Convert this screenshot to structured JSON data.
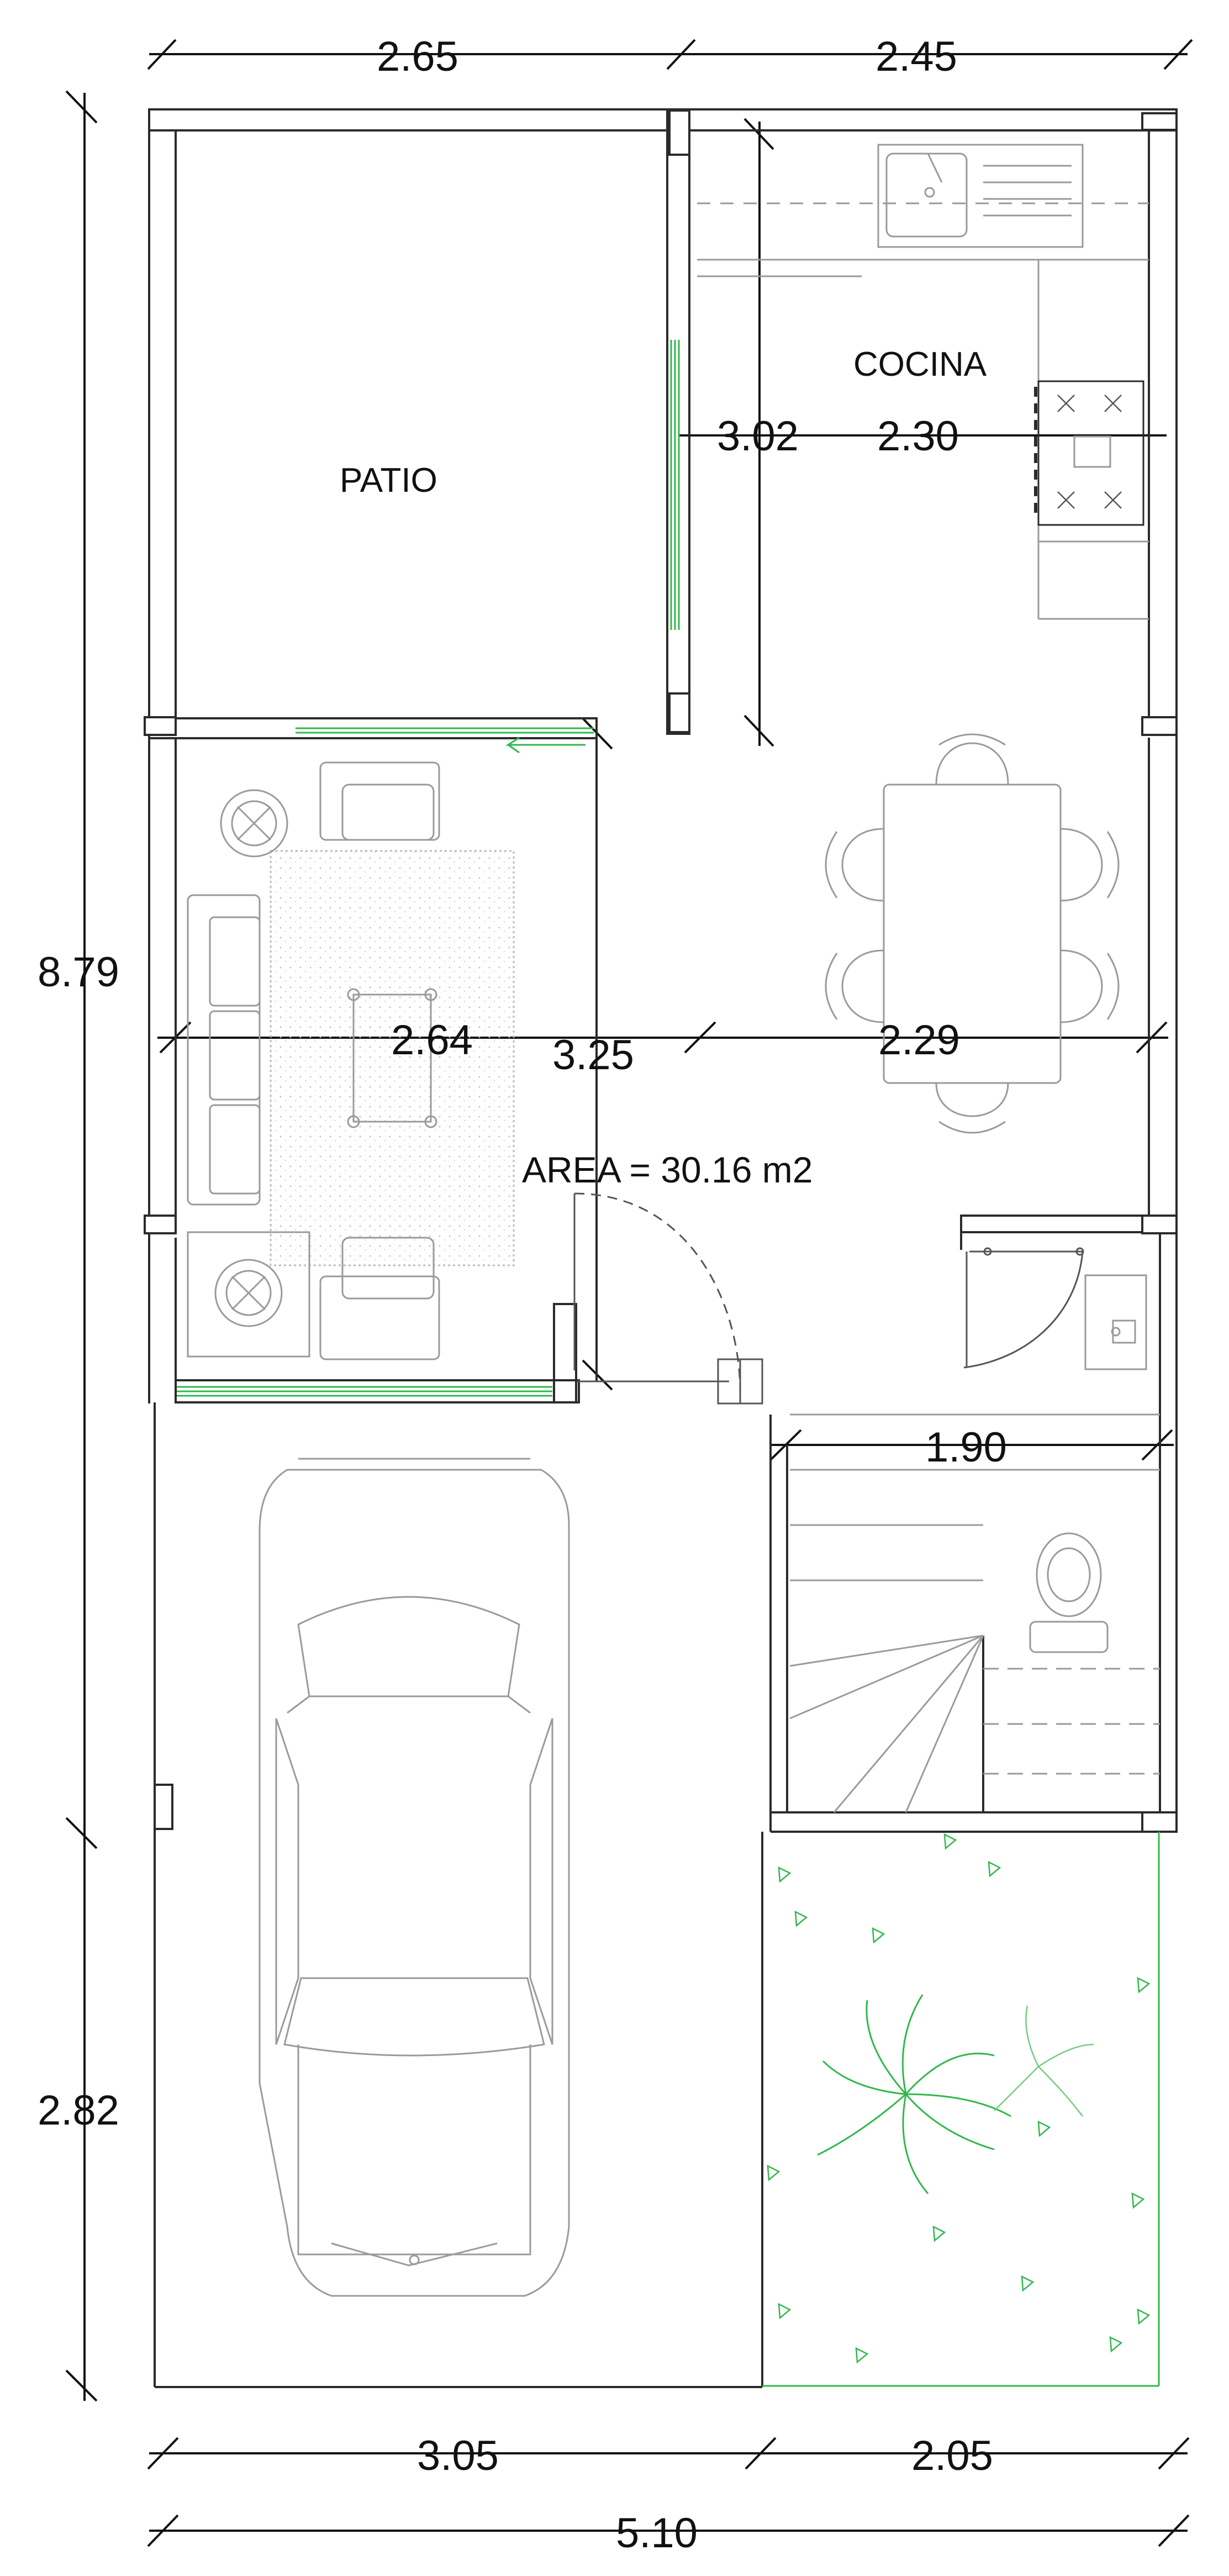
{
  "colors": {
    "line": "#2b2b2b",
    "thin": "#9a9a9a",
    "green": "#2fb84a",
    "background": "#ffffff"
  },
  "labels": {
    "patio": "PATIO",
    "cocina": "COCINA",
    "area": "AREA = 30.16 m2"
  },
  "dimensions": {
    "top_left": "2.65",
    "top_right": "2.45",
    "left_total": "8.79",
    "left_bottom": "2.82",
    "kitchen_vertical": "3.02",
    "kitchen_width": "2.30",
    "living_width": "2.64",
    "living_depth": "3.25",
    "dining_width": "2.29",
    "bath_width": "1.90",
    "bottom_left": "3.05",
    "bottom_right": "2.05",
    "bottom_total": "5.10"
  }
}
